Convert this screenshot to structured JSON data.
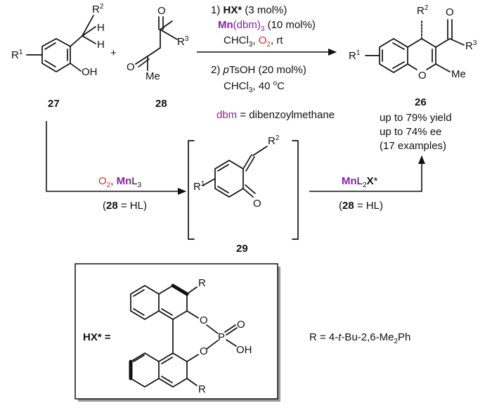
{
  "compounds": {
    "reactant_1": "27",
    "reactant_2": "28",
    "product": "26",
    "intermediate": "29"
  },
  "atoms": {
    "R1": "R",
    "R1_sup": "1",
    "R2": "R",
    "R2_sup": "2",
    "R3": "R",
    "R3_sup": "3",
    "H": "H",
    "OH": "OH",
    "O": "O",
    "Me": "Me",
    "P": "P",
    "R": "R",
    "plus": "+"
  },
  "conditions": {
    "step1_prefix": "1) ",
    "step1_catalyst": "HX*",
    "step1_loading": " (3 mol%)",
    "step1_metal": "Mn",
    "step1_ligand": "(dbm)",
    "step1_ligand_sub": "3",
    "step1_metal_loading": " (10 mol%)",
    "step1_solvent": "CHCl",
    "step1_solvent_sub": "3",
    "step1_sep": ", ",
    "step1_oxidant": "O",
    "step1_oxidant_sub": "2",
    "step1_temp": ", rt",
    "step2_prefix": "2) ",
    "step2_acid_italic": "p",
    "step2_acid": "TsOH (20 mol%)",
    "step2_solvent": "CHCl",
    "step2_solvent_sub": "3",
    "step2_temp": ", 40 ",
    "step2_temp_sup": "o",
    "step2_temp_unit": "C",
    "dbm_abbr": "dbm",
    "dbm_def": " = dibenzoylmethane"
  },
  "results": {
    "yield": "up to 79% yield",
    "ee": "up to 74% ee",
    "examples": "(17 examples)"
  },
  "mech": {
    "left_oxidant": "O",
    "left_oxidant_sub": "2",
    "left_sep": ", ",
    "left_metal": "Mn",
    "left_ligand": "L",
    "left_ligand_sub": "3",
    "left_note_open": "(",
    "left_note_bold": "28",
    "left_note_rest": " = HL)",
    "right_metal": "Mn",
    "right_ligand": "L",
    "right_ligand_sub": "2",
    "right_acid": "X",
    "right_acid_star": "*",
    "right_note_open": "(",
    "right_note_bold": "28",
    "right_note_rest": " = HL)"
  },
  "catalyst": {
    "label": "HX* =",
    "r_def_prefix": "R = 4-",
    "r_def_italic": "t",
    "r_def_mid": "-Bu-2,6-Me",
    "r_def_sub": "2",
    "r_def_suffix": "Ph"
  }
}
